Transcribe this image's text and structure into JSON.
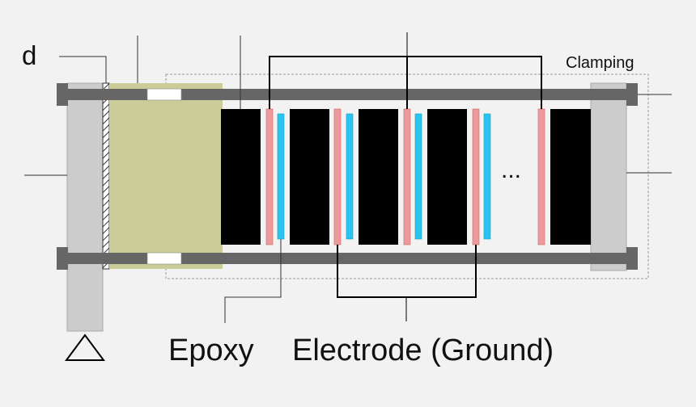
{
  "labels": {
    "top_left_fragment": "d",
    "clamping": "Clamping",
    "ellipsis": "...",
    "epoxy": "Epoxy",
    "electrode_ground": "Electrode (Ground)"
  },
  "colors": {
    "background": "#f2f2f2",
    "rail": "#666666",
    "end_plate": "#cccccc",
    "mass_block": "#cccc99",
    "piezo_stack": "#000000",
    "electrode_positive": "#ef9a9a",
    "electrode_ground": "#29c5f0",
    "dashed_box": "#999999",
    "wire": "#000000"
  },
  "icons": {
    "support": "triangle-support-icon"
  }
}
